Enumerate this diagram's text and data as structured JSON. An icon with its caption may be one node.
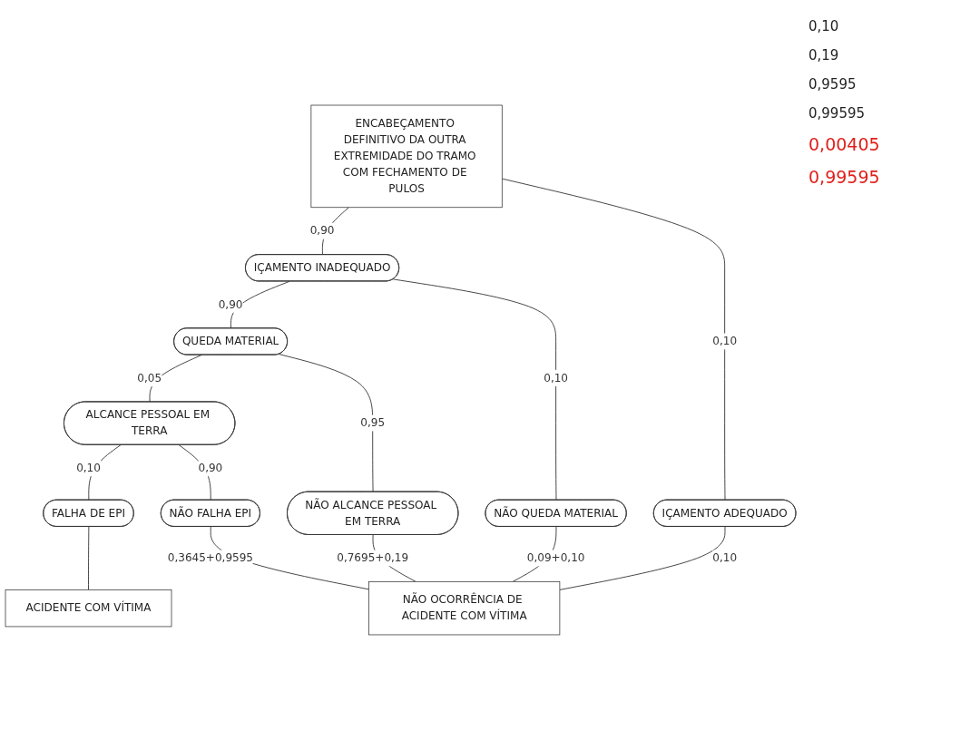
{
  "diagram": {
    "nodes": [
      {
        "text": [
          "ENCABEÇAMENTO DEFINITIVO DA OUTRA EXTREMIDADE DO TRAMO COM FECHAMENTO DE PULOS"
        ]
      },
      {
        "text": [
          "IÇAMENTO INADEQUADO"
        ]
      },
      {
        "text": [
          "IÇAMENTO ADEQUADO"
        ]
      },
      {
        "text": [
          "QUEDA MATERIAL"
        ]
      },
      {
        "text": [
          "NÃO QUEDA MATERIAL"
        ]
      },
      {
        "text": [
          "ALCANCE PESSOAL EM TERRA"
        ]
      },
      {
        "text": [
          "NÃO ALCANCE PESSOAL EM TERRA"
        ]
      },
      {
        "text": [
          "FALHA DE EPI"
        ]
      },
      {
        "text": [
          "NÃO FALHA EPI"
        ]
      },
      {
        "text": [
          "ACIDENTE COM VÍTIMA"
        ]
      },
      {
        "text": [
          "NÃO OCORRÊNCIA DE ACIDENTE COM VÍTIMA"
        ]
      }
    ],
    "edges": [
      {
        "from": 0,
        "to": 1,
        "arrow": "none",
        "label": "0,90"
      },
      {
        "from": 0,
        "to": 2,
        "arrow": "none",
        "label": "0,10"
      },
      {
        "from": 1,
        "to": 3,
        "arrow": "none",
        "label": "0,90"
      },
      {
        "from": 1,
        "to": 4,
        "arrow": "none",
        "label": "0,10"
      },
      {
        "from": 3,
        "to": 5,
        "arrow": "none",
        "label": "0,05"
      },
      {
        "from": 3,
        "to": 6,
        "arrow": "none",
        "label": "0,95"
      },
      {
        "from": 5,
        "to": 7,
        "arrow": "none",
        "label": "0,10"
      },
      {
        "from": 5,
        "to": 8,
        "arrow": "none",
        "label": "0,90"
      },
      {
        "from": 7,
        "to": 9,
        "arrow": "none"
      },
      {
        "from": 2,
        "to": 10,
        "arrow": "none",
        "label": "0,10"
      },
      {
        "from": 4,
        "to": 10,
        "arrow": "none",
        "label": "0,09+0,10"
      },
      {
        "from": 6,
        "to": 10,
        "arrow": "none",
        "label": "0,7695+0,19"
      },
      {
        "from": 8,
        "to": 10,
        "arrow": "none",
        "label": "0,3645+0,9595"
      }
    ],
    "labels": [
      "0,10",
      "0,19",
      "0,9595",
      "0,99595",
      "0,00405",
      "0,99595"
    ]
  }
}
